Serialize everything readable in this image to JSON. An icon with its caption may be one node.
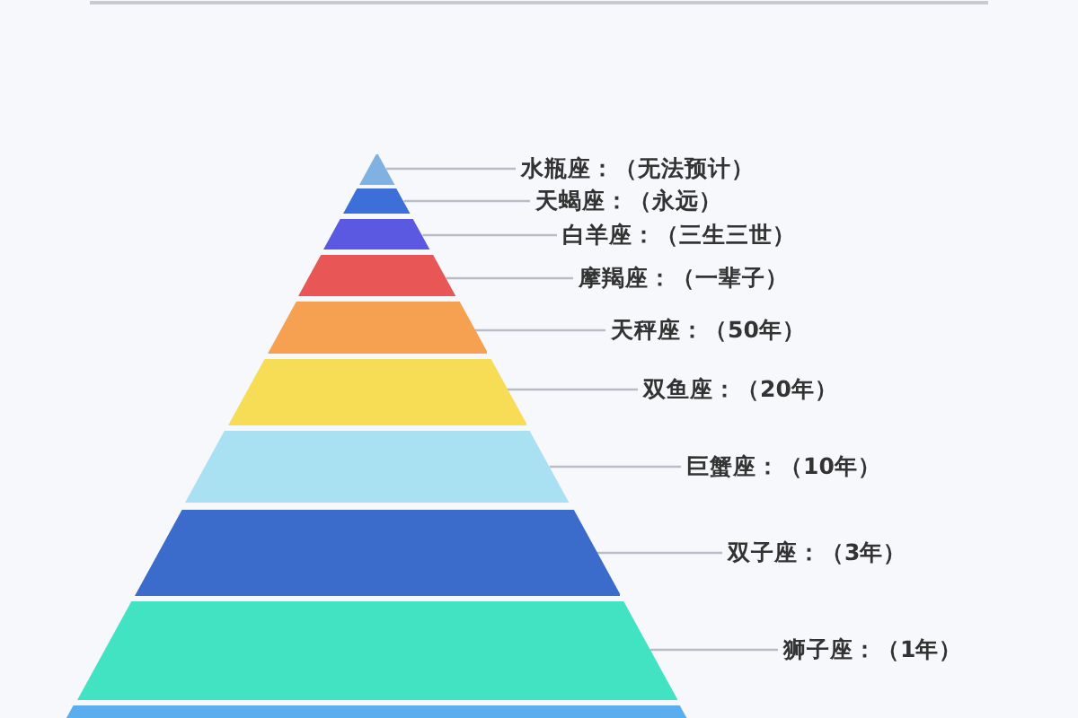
{
  "diagram": {
    "nodes": [
      {
        "text": [],
        "shape": "trapezoid"
      },
      {
        "text": [],
        "shape": "trapezoid"
      },
      {
        "text": [],
        "shape": "trapezoid"
      },
      {
        "text": [],
        "shape": "trapezoid"
      },
      {
        "text": [],
        "shape": "trapezoid"
      },
      {
        "text": [],
        "shape": "trapezoid"
      },
      {
        "text": [],
        "shape": "trapezoid"
      },
      {
        "text": [],
        "shape": "trapezoid"
      },
      {
        "text": [],
        "shape": "trapezoid"
      },
      {
        "text": [],
        "shape": "trapezoid"
      },
      {
        "text": [
          "水瓶座：（无法预计）"
        ]
      },
      {
        "text": [
          "天蝎座：（永远）"
        ]
      },
      {
        "text": [
          "白羊座：（三生三世）"
        ]
      },
      {
        "text": [
          "摩羯座：（一辈子）"
        ]
      },
      {
        "text": [
          "天秤座：（50年）"
        ]
      },
      {
        "text": [
          "双鱼座：（20年）"
        ]
      },
      {
        "text": [
          "巨蟹座：（10年）"
        ]
      },
      {
        "text": [
          "双子座：（3年）"
        ]
      },
      {
        "text": [
          "狮子座：（1年）"
        ]
      }
    ],
    "edges": [
      {
        "from": 10,
        "to": 0,
        "arrow": "none"
      },
      {
        "from": 11,
        "to": 1,
        "arrow": "none"
      },
      {
        "from": 12,
        "to": 2,
        "arrow": "none"
      },
      {
        "from": 13,
        "to": 3,
        "arrow": "none"
      },
      {
        "from": 14,
        "to": 4,
        "arrow": "none"
      },
      {
        "from": 15,
        "to": 5,
        "arrow": "none"
      },
      {
        "from": 16,
        "to": 6,
        "arrow": "none"
      },
      {
        "from": 17,
        "to": 7,
        "arrow": "none"
      },
      {
        "from": 18,
        "to": 8,
        "arrow": "none"
      }
    ]
  }
}
